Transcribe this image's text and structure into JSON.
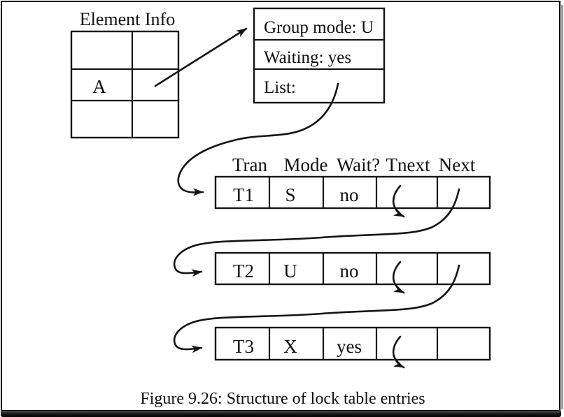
{
  "figure": {
    "element_info": {
      "title": "Element Info",
      "cell_value": "A"
    },
    "lock_info": {
      "group_mode": "Group mode: U",
      "waiting": "Waiting: yes",
      "list": "List:"
    },
    "entry_table": {
      "headers": [
        "Tran",
        "Mode",
        "Wait?",
        "Tnext",
        "Next"
      ],
      "rows": [
        {
          "tran": "T1",
          "mode": "S",
          "wait": "no"
        },
        {
          "tran": "T2",
          "mode": "U",
          "wait": "no"
        },
        {
          "tran": "T3",
          "mode": "X",
          "wait": "yes"
        }
      ]
    },
    "caption": "Figure 9.26: Structure of lock table entries",
    "colors": {
      "ink": "#111111",
      "background": "#ffffff",
      "shadow": "#9c9c9c"
    }
  }
}
